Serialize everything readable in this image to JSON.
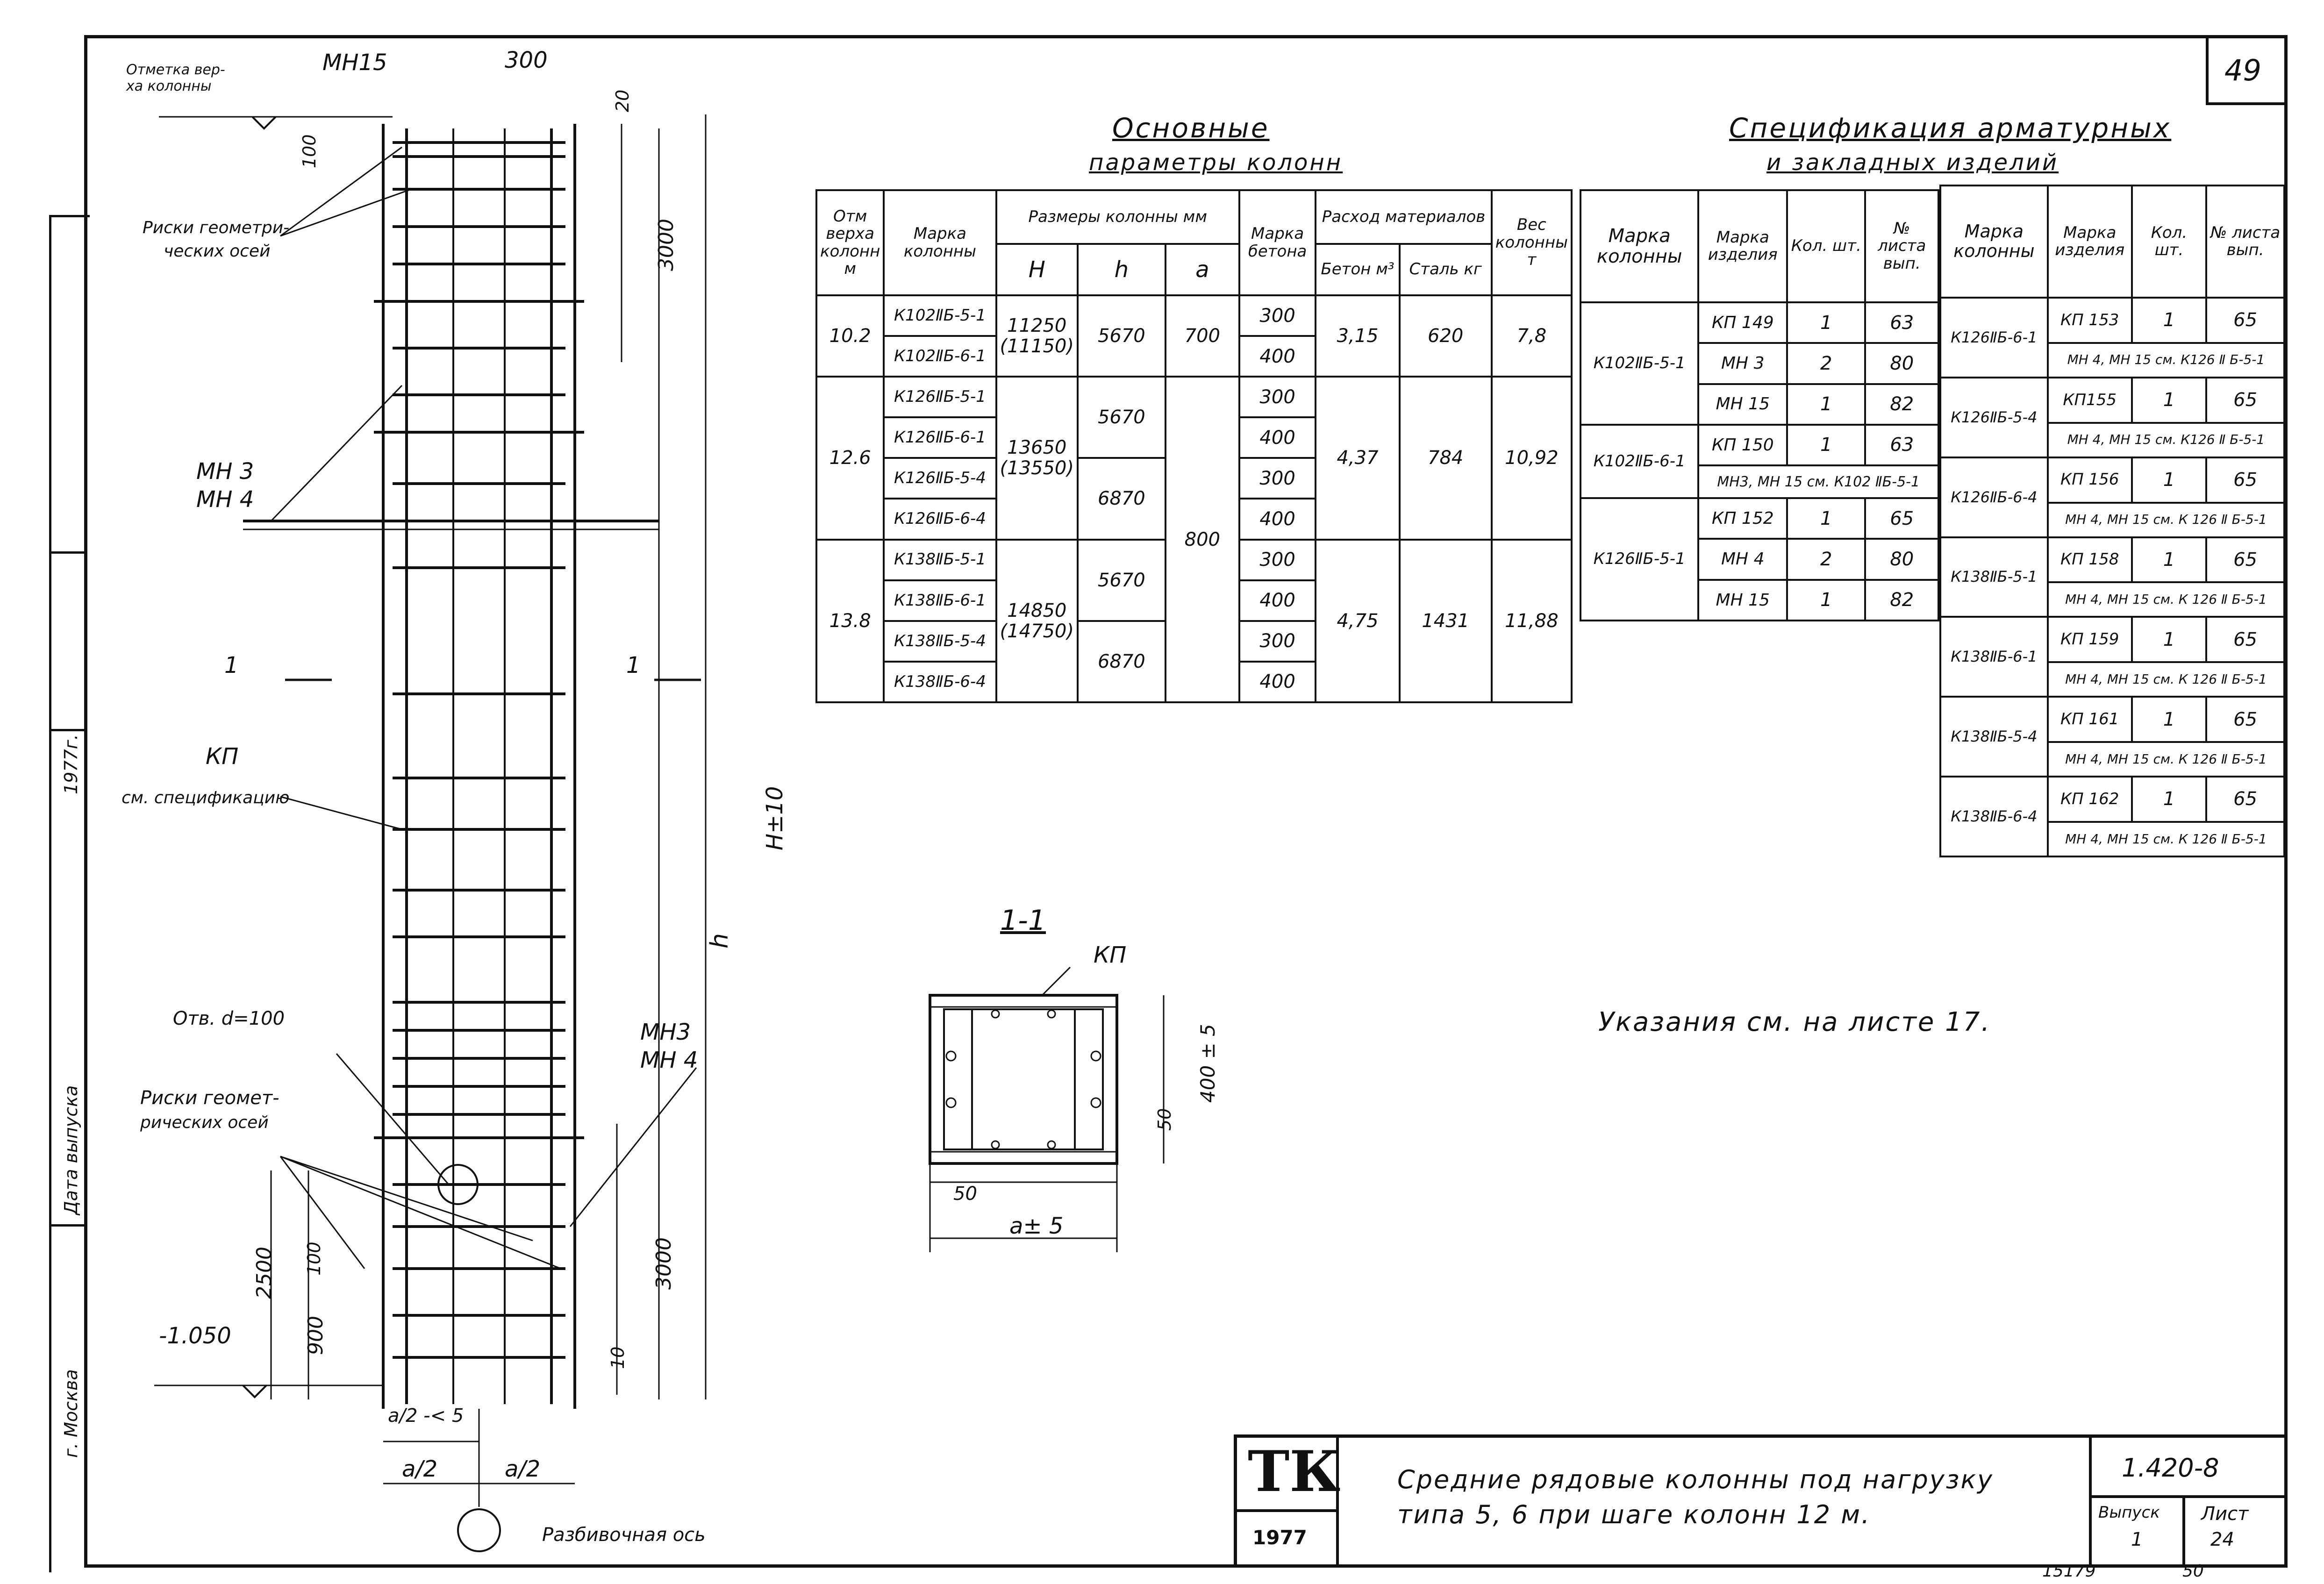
{
  "sheet_number": "49",
  "drawing": {
    "top_mark_label_1": "Отметка вер-",
    "top_mark_label_2": "ха колонны",
    "mn15_top": "МН15",
    "dim_300": "300",
    "dim_20": "20",
    "dim_100_top": "100",
    "dim_3000_top": "3000",
    "risk_axes_top_1": "Риски геометри-",
    "risk_axes_top_2": "ческих осей",
    "mn3_label": "МН 3",
    "mn4_label": "МН 4",
    "section_mark": "1",
    "kp_label": "КП",
    "kp_see": "см. спецификацию",
    "h_total": "H±10",
    "h_small": "h",
    "hole_label": "Отв. d=100",
    "mn3_right": "МН3",
    "mn4_right": "МН 4",
    "risk_axes_bot_1": "Риски геомет-",
    "risk_axes_bot_2": "рических осей",
    "dim_2500": "2500",
    "dim_100_bot": "100",
    "dim_3000_bot": "3000",
    "dim_900": "900",
    "dim_10": "10",
    "mark_minus": "-1.050",
    "dim_a2_5": "a/2 -< 5",
    "dim_a2_left": "a/2",
    "dim_a2_right": "a/2",
    "axis_label": "Разбивочная ось"
  },
  "section": {
    "title": "1-1",
    "kp": "КП",
    "dim_400": "400 ± 5",
    "dim_50_right": "50",
    "dim_50_bottom": "50",
    "dim_a": "a± 5"
  },
  "left_margin": {
    "date_label": "Дата выпуска",
    "year": "1977г.",
    "city": "г. Москва"
  },
  "params_table": {
    "title_1": "Основные",
    "title_2": "параметры колонн",
    "headers": {
      "otm": "Отм верха колонн м",
      "marka": "Марка колонны",
      "sizes": "Размеры колонны мм",
      "H": "H",
      "h": "h",
      "a": "a",
      "beton_mark": "Марка бетона",
      "rashod": "Расход материалов",
      "beton": "Бетон м³",
      "stal": "Сталь кг",
      "ves": "Вес колонны т"
    },
    "groups": [
      {
        "otm": "10.2",
        "marks": [
          "К102ⅡБ-5-1",
          "К102ⅡБ-6-1"
        ],
        "H": "11250 (11150)",
        "h": [
          "5670"
        ],
        "a": "700",
        "bet": [
          "300",
          "400"
        ],
        "beton": "3,15",
        "stal": "620",
        "ves": "7,8"
      },
      {
        "otm": "12.6",
        "marks": [
          "К126ⅡБ-5-1",
          "К126ⅡБ-6-1",
          "К126ⅡБ-5-4",
          "К126ⅡБ-6-4"
        ],
        "H": "13650 (13550)",
        "h": [
          "5670",
          "6870"
        ],
        "a": "800",
        "bet": [
          "300",
          "400",
          "300",
          "400"
        ],
        "beton": "4,37",
        "stal": "784",
        "ves": "10,92"
      },
      {
        "otm": "13.8",
        "marks": [
          "К138ⅡБ-5-1",
          "К138ⅡБ-6-1",
          "К138ⅡБ-5-4",
          "К138ⅡБ-6-4"
        ],
        "H": "14850 (14750)",
        "h": [
          "5670",
          "6870"
        ],
        "bet": [
          "300",
          "400",
          "300",
          "400"
        ],
        "beton": "4,75",
        "stal": "1431",
        "ves": "11,88"
      }
    ]
  },
  "spec_table": {
    "title_1": "Спецификация арматурных",
    "title_2": "и закладных изделий",
    "headers": {
      "kolonna": "Марка колонны",
      "izdelie": "Марка изделия",
      "kol": "Кол. шт.",
      "list": "№ листа вып."
    },
    "left": [
      {
        "kolonna": "К102ⅡБ-5-1",
        "rows": [
          [
            "КП 149",
            "1",
            "63"
          ],
          [
            "МН 3",
            "2",
            "80"
          ],
          [
            "МН 15",
            "1",
            "82"
          ]
        ]
      },
      {
        "kolonna": "К102ⅡБ-6-1",
        "rows": [
          [
            "КП 150",
            "1",
            "63"
          ]
        ],
        "note": "МН3, МН 15 см. К102 ⅡБ-5-1"
      },
      {
        "kolonna": "К126ⅡБ-5-1",
        "rows": [
          [
            "КП 152",
            "1",
            "65"
          ],
          [
            "МН 4",
            "2",
            "80"
          ],
          [
            "МН 15",
            "1",
            "82"
          ]
        ]
      }
    ],
    "right": [
      {
        "kolonna": "К126ⅡБ-6-1",
        "row": [
          "КП 153",
          "1",
          "65"
        ],
        "note": "МН 4, МН 15 см. К126 Ⅱ Б-5-1"
      },
      {
        "kolonna": "К126ⅡБ-5-4",
        "row": [
          "КП155",
          "1",
          "65"
        ],
        "note": "МН 4, МН 15 см. К126 Ⅱ Б-5-1"
      },
      {
        "kolonna": "К126ⅡБ-6-4",
        "row": [
          "КП 156",
          "1",
          "65"
        ],
        "note": "МН 4, МН 15 см. К 126 Ⅱ Б-5-1"
      },
      {
        "kolonna": "К138ⅡБ-5-1",
        "row": [
          "КП 158",
          "1",
          "65"
        ],
        "note": "МН 4, МН 15 см. К 126 Ⅱ Б-5-1"
      },
      {
        "kolonna": "К138ⅡБ-6-1",
        "row": [
          "КП 159",
          "1",
          "65"
        ],
        "note": "МН 4, МН 15 см. К 126 Ⅱ Б-5-1"
      },
      {
        "kolonna": "К138ⅡБ-5-4",
        "row": [
          "КП 161",
          "1",
          "65"
        ],
        "note": "МН 4, МН 15 см. К 126 Ⅱ Б-5-1"
      },
      {
        "kolonna": "К138ⅡБ-6-4",
        "row": [
          "КП 162",
          "1",
          "65"
        ],
        "note": "МН 4, МН 15 см. К 126 Ⅱ Б-5-1"
      }
    ]
  },
  "note_text": "Указания см. на листе 17.",
  "title_block": {
    "logo": "ТК",
    "year": "1977",
    "title_1": "Средние рядовые колонны под нагрузку",
    "title_2": "типа 5, 6 при шаге колонн 12 м.",
    "series": "1.420-8",
    "vypusk_label": "Выпуск",
    "vypusk": "1",
    "list_label": "Лист",
    "list": "24",
    "bottom_code": "15179",
    "bottom_num": "50"
  }
}
